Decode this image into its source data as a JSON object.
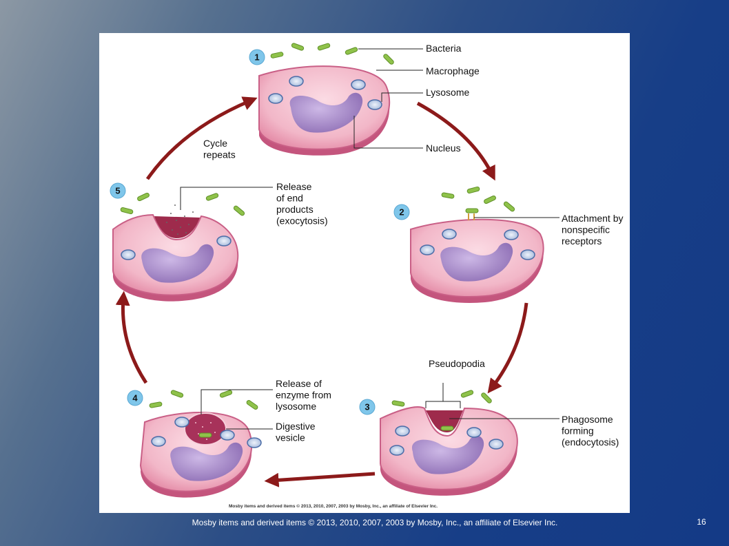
{
  "steps": {
    "step1": {
      "number": "1"
    },
    "step2": {
      "number": "2"
    },
    "step3": {
      "number": "3"
    },
    "step4": {
      "number": "4"
    },
    "step5": {
      "number": "5"
    }
  },
  "labels": {
    "bacteria": "Bacteria",
    "macrophage": "Macrophage",
    "lysosome": "Lysosome",
    "nucleus": "Nucleus",
    "attachment": [
      "Attachment by",
      "nonspecific",
      "receptors"
    ],
    "pseudopodia": "Pseudopodia",
    "phagosome": [
      "Phagosome",
      "forming",
      "(endocytosis)"
    ],
    "release_enzyme": [
      "Release of",
      "enzyme from",
      "lysosome"
    ],
    "digestive_vesicle": [
      "Digestive",
      "vesicle"
    ],
    "release_end_products": [
      "Release",
      "of end",
      "products",
      "(exocytosis)"
    ],
    "cycle_repeats": [
      "Cycle",
      "repeats"
    ]
  },
  "figure_credit": "Mosby items and derived items © 2013, 2010, 2007, 2003 by Mosby, Inc., an affiliate of Elsevier Inc.",
  "footer": {
    "copyright": "Mosby items and derived items © 2013, 2010, 2007, 2003 by Mosby, Inc., an affiliate of Elsevier Inc.",
    "slide_number": "16"
  },
  "colors": {
    "cell_fill": "#f2b7c8",
    "cell_edge": "#c95f86",
    "nucleus": "#a88ac6",
    "bacteria": "#8fc24a",
    "arrow": "#8c1a1a",
    "step_badge": "#7fc6ea",
    "slide_background": "#173e87"
  }
}
